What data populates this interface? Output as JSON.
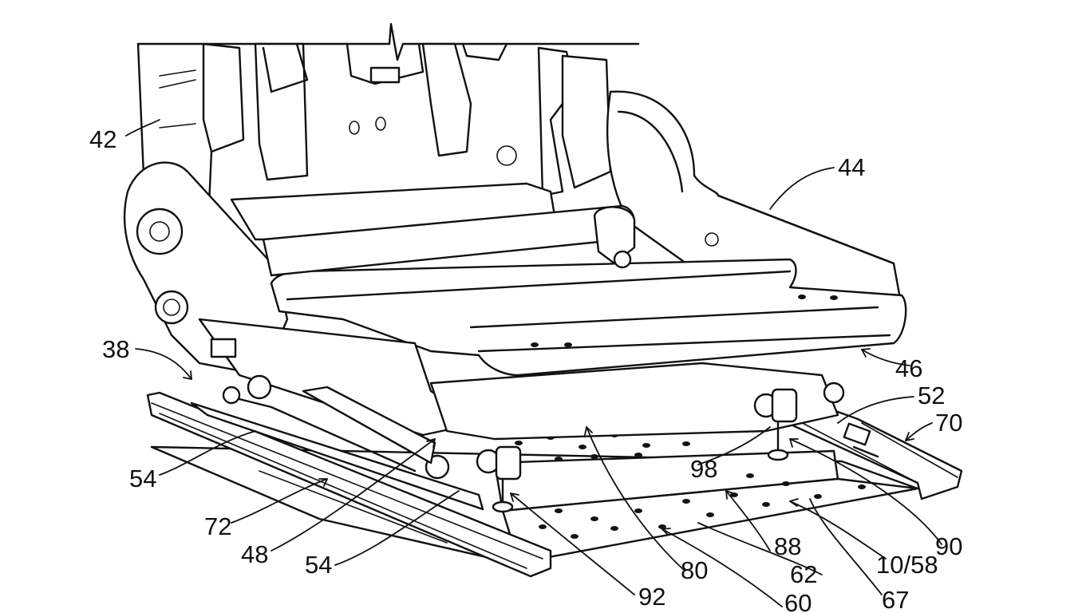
{
  "figure": {
    "type": "patent-drawing",
    "subject": "vehicle seat assembly with seat back, seat bottom frame, rails and floor plate"
  },
  "callouts": [
    {
      "id": "42",
      "label": "42"
    },
    {
      "id": "44",
      "label": "44"
    },
    {
      "id": "38",
      "label": "38"
    },
    {
      "id": "46",
      "label": "46"
    },
    {
      "id": "52",
      "label": "52"
    },
    {
      "id": "70",
      "label": "70"
    },
    {
      "id": "54a",
      "label": "54"
    },
    {
      "id": "98",
      "label": "98"
    },
    {
      "id": "90",
      "label": "90"
    },
    {
      "id": "72",
      "label": "72"
    },
    {
      "id": "48",
      "label": "48"
    },
    {
      "id": "54b",
      "label": "54"
    },
    {
      "id": "88",
      "label": "88"
    },
    {
      "id": "10_58",
      "label": "10/58"
    },
    {
      "id": "80",
      "label": "80"
    },
    {
      "id": "62",
      "label": "62"
    },
    {
      "id": "92",
      "label": "92"
    },
    {
      "id": "60",
      "label": "60"
    },
    {
      "id": "67",
      "label": "67"
    }
  ]
}
